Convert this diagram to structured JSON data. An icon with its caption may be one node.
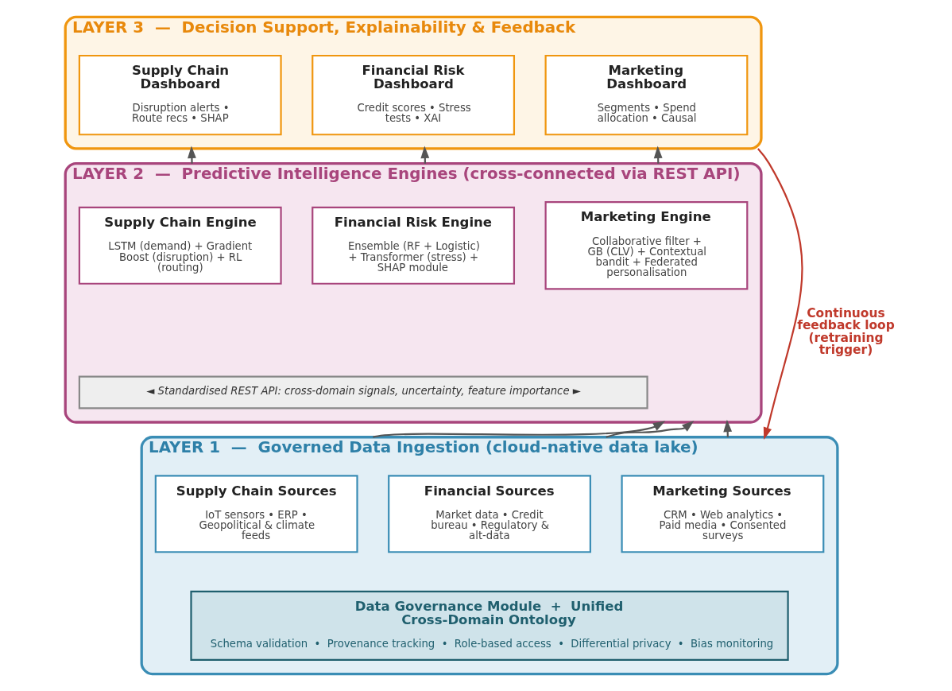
{
  "diagram": {
    "nodes": [
      {
        "text": [
          "LAYER 3  —  Decision Support, Explainability & Feedback"
        ]
      },
      {
        "text": [
          "Supply Chain Dashboard",
          "Disruption alerts • Route recs • SHAP"
        ],
        "in": 0
      },
      {
        "text": [
          "Financial Risk Dashboard",
          "Credit scores • Stress tests • XAI"
        ],
        "in": 0
      },
      {
        "text": [
          "Marketing Dashboard",
          "Segments • Spend allocation • Causal"
        ],
        "in": 0
      },
      {
        "text": [
          "LAYER 2  —  Predictive Intelligence Engines (cross-connected via REST API)"
        ]
      },
      {
        "text": [
          "Supply Chain Engine",
          "LSTM (demand) + Gradient Boost (disruption) + RL (routing)"
        ],
        "in": 4
      },
      {
        "text": [
          "Financial Risk Engine",
          "Ensemble (RF + Logistic) + Transformer (stress) + SHAP module"
        ],
        "in": 4
      },
      {
        "text": [
          "Marketing Engine",
          "Collaborative filter + GB (CLV) + Contextual bandit + Federated personalisation"
        ],
        "in": 4
      },
      {
        "text": [
          "◄ Standardised REST API: cross-domain signals, uncertainty, feature importance ►"
        ],
        "in": 4
      },
      {
        "text": [
          "LAYER 1  —  Governed Data Ingestion (cloud-native data lake)"
        ]
      },
      {
        "text": [
          "Supply Chain Sources",
          "IoT sensors • ERP • Geopolitical & climate feeds"
        ],
        "in": 9
      },
      {
        "text": [
          "Financial Sources",
          "Market data • Credit bureau • Regulatory & alt-data"
        ],
        "in": 9
      },
      {
        "text": [
          "Marketing Sources",
          "CRM • Web analytics • Paid media • Consented surveys"
        ],
        "in": 9
      },
      {
        "text": [
          "Data Governance Module  +  Unified Cross-Domain Ontology",
          "Schema validation  •  Provenance tracking  •  Role-based access  •  Differential privacy  •  Bias monitoring"
        ],
        "in": 9
      }
    ],
    "edges": [
      {
        "from": 9,
        "to": 4,
        "arrow": "to"
      },
      {
        "from": 9,
        "to": 4,
        "arrow": "to"
      },
      {
        "from": 9,
        "to": 4,
        "arrow": "to"
      },
      {
        "from": 4,
        "to": 0,
        "arrow": "to"
      },
      {
        "from": 4,
        "to": 0,
        "arrow": "to"
      },
      {
        "from": 4,
        "to": 0,
        "arrow": "to"
      },
      {
        "from": 0,
        "to": 9,
        "arrow": "to",
        "label": "Continuous feedback loop (retraining trigger)",
        "color": "#c0392b"
      }
    ]
  }
}
